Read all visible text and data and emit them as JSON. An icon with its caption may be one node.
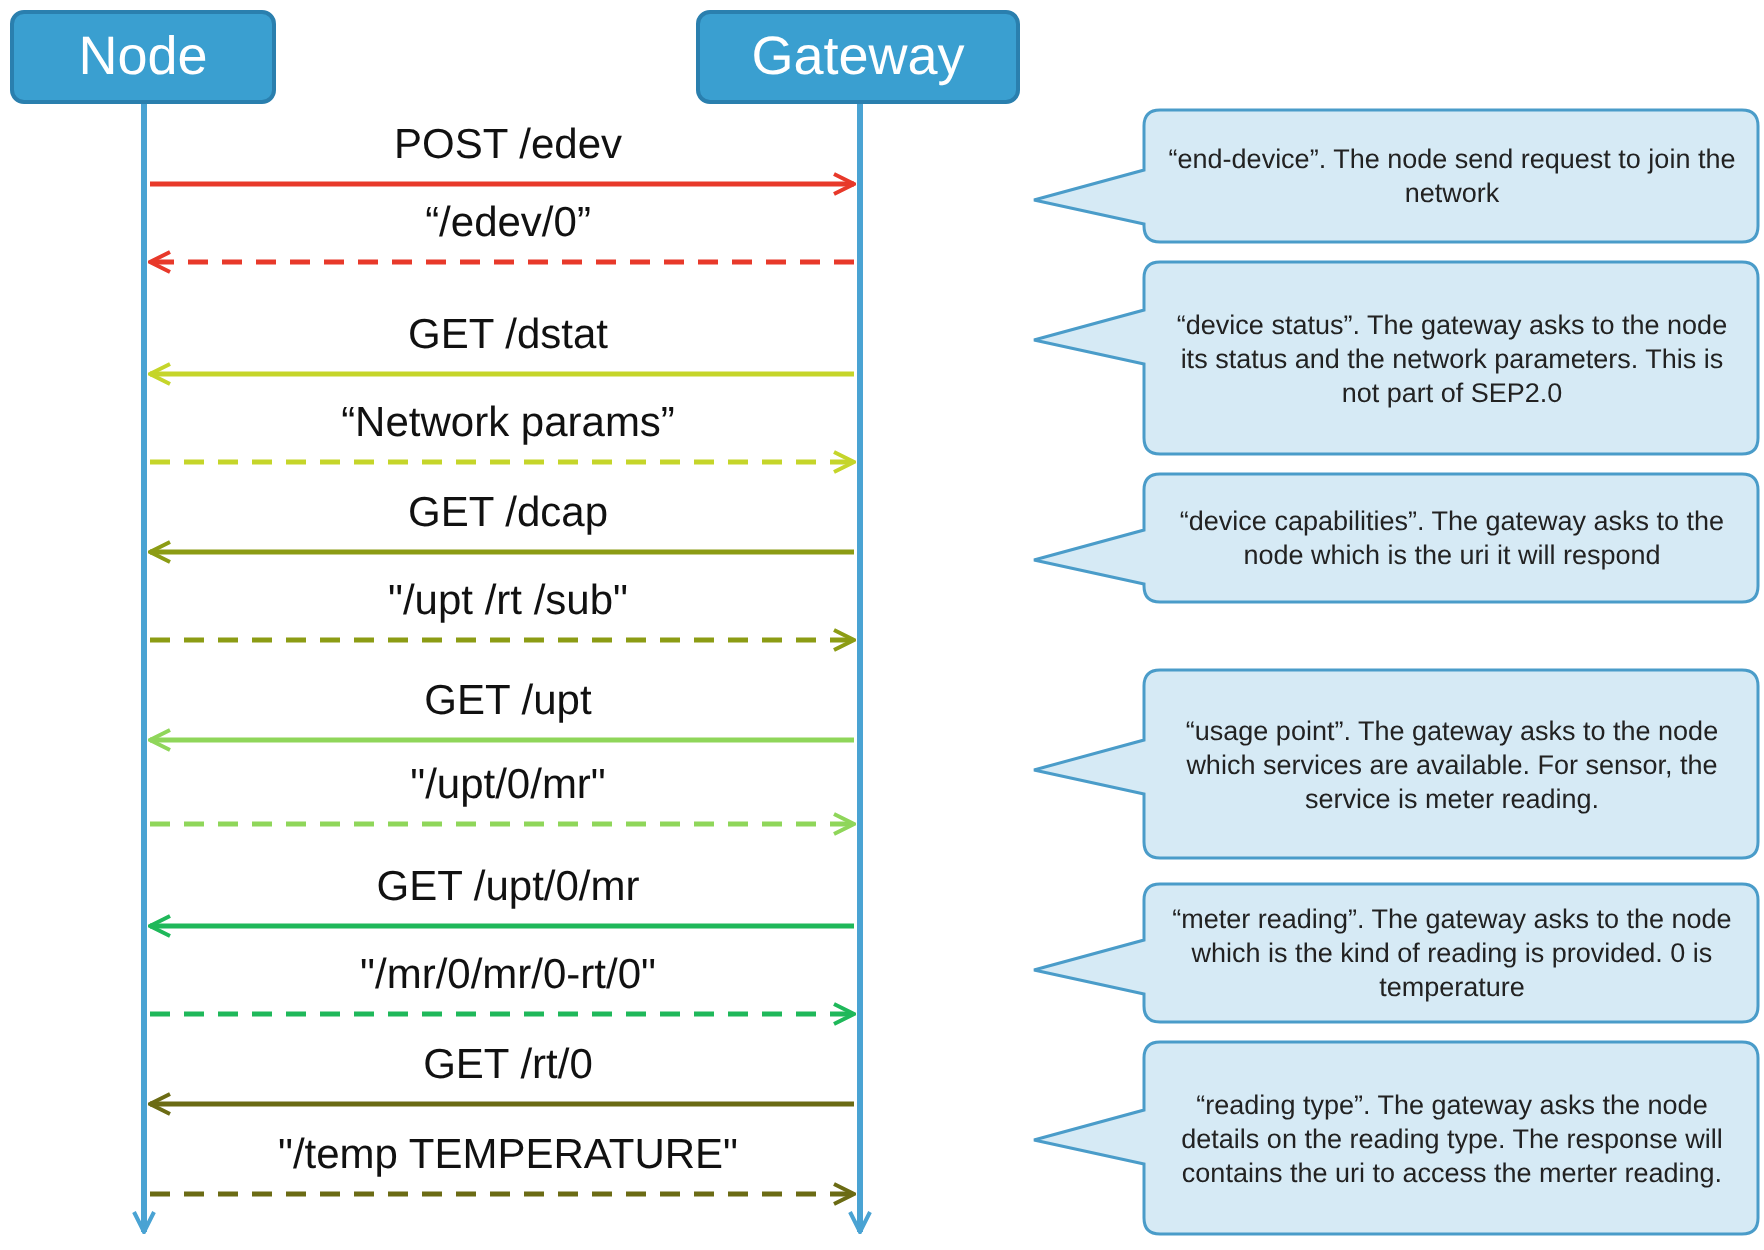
{
  "diagram": {
    "nodes": [
      {
        "text": [
          "Node"
        ]
      },
      {
        "text": [
          "Gateway"
        ]
      },
      {
        "text": [
          "“end-device”. The node send request to join the network"
        ]
      },
      {
        "text": [
          "“device status”. The gateway asks to the node its status and the network parameters. This is not part of SEP2.0"
        ]
      },
      {
        "text": [
          "“device capabilities”. The gateway asks to the node which is the uri it will respond"
        ]
      },
      {
        "text": [
          "“usage point”. The gateway asks to the node which services are available. For sensor, the service is meter reading."
        ]
      },
      {
        "text": [
          "“meter reading”. The gateway asks to the node which is the kind of reading is provided. 0 is temperature"
        ]
      },
      {
        "text": [
          "“reading type”. The gateway asks the node details on the reading type. The response will contains the uri to access the merter reading."
        ]
      }
    ],
    "edges": [
      {
        "from": 0,
        "to": 1,
        "arrow": "to",
        "label": "POST /edev",
        "color": "#e8392a"
      },
      {
        "from": 1,
        "to": 0,
        "arrow": "to",
        "label": "“/edev/0”",
        "style": "dashed",
        "color": "#e8392a"
      },
      {
        "from": 1,
        "to": 0,
        "arrow": "to",
        "label": "GET /dstat",
        "color": "#c5d52a"
      },
      {
        "from": 0,
        "to": 1,
        "arrow": "to",
        "label": "“Network params”",
        "style": "dashed",
        "color": "#c5d52a"
      },
      {
        "from": 1,
        "to": 0,
        "arrow": "to",
        "label": "GET /dcap",
        "color": "#8c9c14"
      },
      {
        "from": 0,
        "to": 1,
        "arrow": "to",
        "label": "\"/upt /rt /sub\"",
        "style": "dashed",
        "color": "#8c9c14"
      },
      {
        "from": 1,
        "to": 0,
        "arrow": "to",
        "label": "GET /upt",
        "color": "#8fd65a"
      },
      {
        "from": 0,
        "to": 1,
        "arrow": "to",
        "label": "\"/upt/0/mr\"",
        "style": "dashed",
        "color": "#8fd65a"
      },
      {
        "from": 1,
        "to": 0,
        "arrow": "to",
        "label": "GET /upt/0/mr",
        "color": "#1fb85a"
      },
      {
        "from": 0,
        "to": 1,
        "arrow": "to",
        "label": "\"/mr/0/mr/0-rt/0\"",
        "style": "dashed",
        "color": "#1fb85a"
      },
      {
        "from": 1,
        "to": 0,
        "arrow": "to",
        "label": "GET /rt/0",
        "color": "#6b6b14"
      },
      {
        "from": 0,
        "to": 1,
        "arrow": "to",
        "label": "\"/temp TEMPERATURE\"",
        "style": "dashed",
        "color": "#6b6b14"
      }
    ]
  }
}
